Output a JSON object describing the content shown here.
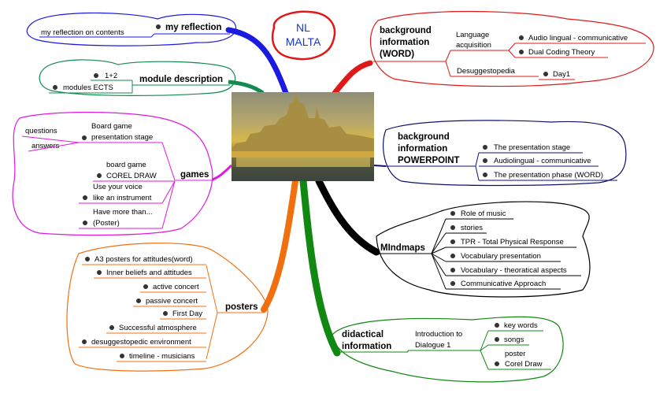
{
  "title": {
    "line1": "NL",
    "line2": "MALTA"
  },
  "colors": {
    "red": "#e01818",
    "blue": "#1a1ae0",
    "green": "#138a4f",
    "dark_green": "#118811",
    "magenta": "#e018e0",
    "orange": "#f07010",
    "navy": "#11116e",
    "black": "#000000",
    "bullet": "#333333",
    "title_ring": "#e01818",
    "title_text": "#1a35c8"
  },
  "center": {
    "image": "Valletta harbour skyline at sunset (photo)"
  },
  "branches": {
    "my_reflection": {
      "label": "my reflection",
      "items": [
        "my reflection on contents"
      ]
    },
    "module_description": {
      "label": "module description",
      "items": [
        "1+2",
        "modules ECTS"
      ]
    },
    "games": {
      "label": "games",
      "board_game_presentation": {
        "line1": "Board game",
        "line2": "presentation stage",
        "children": [
          "questions",
          "answers"
        ]
      },
      "board_game_corel": {
        "line1": "board game",
        "line2": "COREL DRAW"
      },
      "voice": {
        "line1": "Use your voice",
        "line2": "like an instrument"
      },
      "more_than": {
        "line1": "Have more than...",
        "line2": "(Poster)"
      }
    },
    "posters": {
      "label": "posters",
      "items": [
        "A3 posters for attitudes(word)",
        "Inner beliefs and attitudes",
        "active concert",
        "passive concert",
        "First Day",
        "Successful atmosphere",
        "desuggestopedic environment",
        "timeline - musicians"
      ]
    },
    "background_word": {
      "line1": "background",
      "line2": "information",
      "line3": "(WORD)",
      "language_acquisition": {
        "line1": "Language",
        "line2": "acquisition",
        "items": [
          "Audio lingual - communicative",
          "Dual Coding Theory"
        ]
      },
      "desuggestopedia": {
        "label": "Desuggestopedia",
        "items": [
          "Day1"
        ]
      }
    },
    "background_powerpoint": {
      "line1": "background",
      "line2": "information",
      "line3": "POWERPOINT",
      "items": [
        "The presentation stage",
        "Audiolingual - communicative",
        "The presentation phase (WORD)"
      ]
    },
    "mindmaps": {
      "label": "MIndmaps",
      "items": [
        "Role of music",
        "stories",
        "TPR - Total Physical Response",
        "Vocabulary presentation",
        "Vocabulary - theoratical aspects",
        "Communicative Approach"
      ]
    },
    "didactical": {
      "line1": "didactical",
      "line2": "information",
      "intro": {
        "line1": "Introduction to",
        "line2": "Dialogue 1"
      },
      "items": [
        "key words",
        "songs"
      ],
      "poster": {
        "line1": "poster",
        "line2": "Corel Draw"
      }
    }
  }
}
